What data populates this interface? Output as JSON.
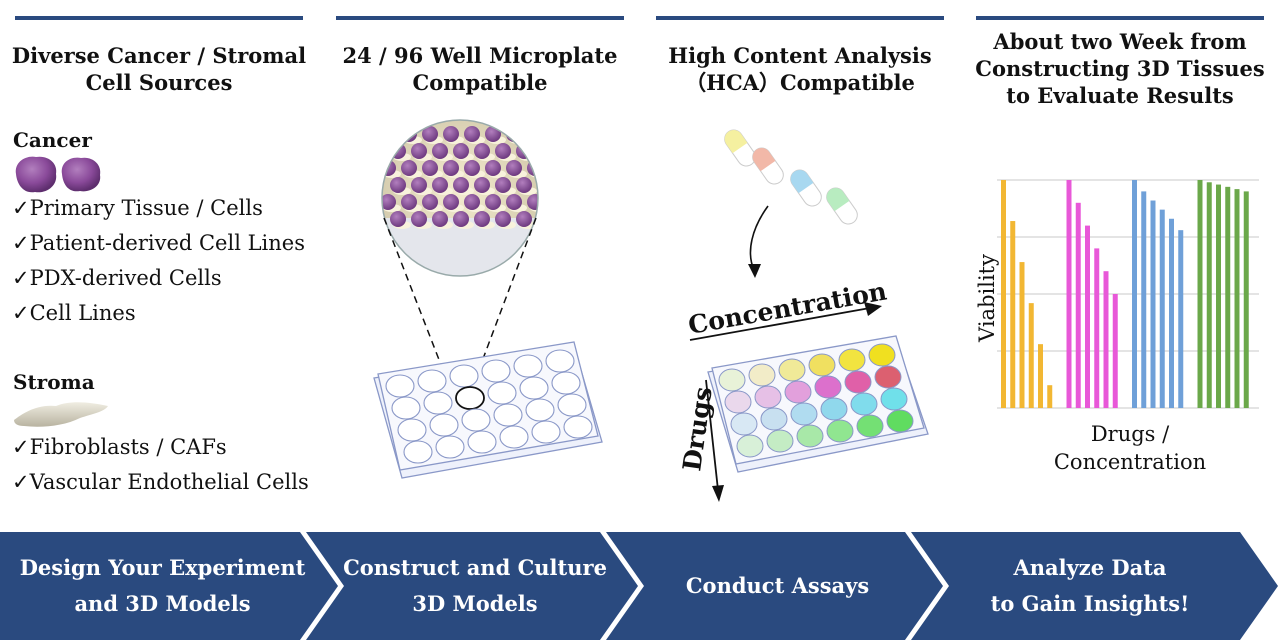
{
  "columns": [
    {
      "heading_line1": "Diverse Cancer / Stromal",
      "heading_line2": "Cell Sources"
    },
    {
      "heading_line1": "24 / 96 Well Microplate",
      "heading_line2": "Compatible"
    },
    {
      "heading_line1": "High Content Analysis",
      "heading_line2": "（HCA）Compatible"
    },
    {
      "heading_line1": "About two Week from",
      "heading_line2": "Constructing 3D Tissues",
      "heading_line3": "to Evaluate Results"
    }
  ],
  "sources": {
    "cancer_title": "Cancer",
    "cancer_items": [
      "Primary Tissue / Cells",
      "Patient-derived Cell Lines",
      "PDX-derived Cells",
      "Cell Lines"
    ],
    "stroma_title": "Stroma",
    "stroma_items": [
      "Fibroblasts / CAFs",
      "Vascular Endothelial Cells"
    ],
    "check_mark": "✓"
  },
  "assay": {
    "concentration_label": "Concentration",
    "drugs_label": "Drugs"
  },
  "chart_data": {
    "type": "bar",
    "ylabel": "Viability",
    "xlabel_line1": "Drugs /",
    "xlabel_line2": "Concentration",
    "ylim": [
      0,
      100
    ],
    "grid": true,
    "series": [
      {
        "color": "#f2b733",
        "values": [
          100,
          82,
          64,
          46,
          28,
          10
        ]
      },
      {
        "color": "#e858d8",
        "values": [
          100,
          90,
          80,
          70,
          60,
          50
        ]
      },
      {
        "color": "#6fa0d8",
        "values": [
          100,
          95,
          91,
          87,
          83,
          78
        ]
      },
      {
        "color": "#6ba84a",
        "values": [
          100,
          99,
          98,
          97,
          96,
          95
        ]
      }
    ]
  },
  "steps": [
    {
      "line1": "Design Your Experiment",
      "line2": "and 3D Models"
    },
    {
      "line1": "Construct and Culture",
      "line2": "3D Models"
    },
    {
      "line1": "Conduct Assays",
      "line2": ""
    },
    {
      "line1": "Analyze Data",
      "line2": "to Gain Insights!"
    }
  ],
  "colors": {
    "rule": "#2a4a7f",
    "banner": "#2a4a7f",
    "cancer_cell": "#8a4a9a",
    "stroma": "#d8d4c4"
  }
}
